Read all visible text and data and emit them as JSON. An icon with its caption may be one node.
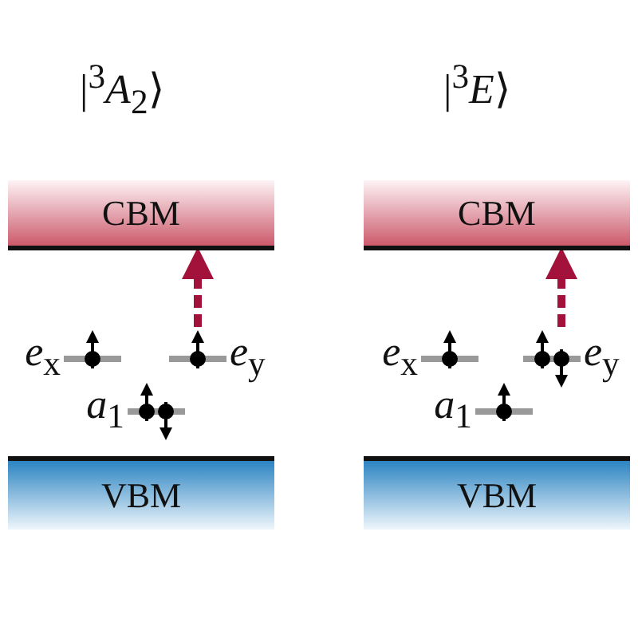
{
  "diagram": {
    "nodes": [
      {
        "text": [
          "CBM"
        ]
      },
      {
        "text": [
          "*e*$_{x}$"
        ]
      },
      {
        "text": [
          "*e*$_{y}$"
        ]
      },
      {
        "text": [
          "*a*$_{1}$"
        ]
      },
      {
        "text": [
          "VBM"
        ]
      },
      {
        "text": [
          "CBM"
        ]
      },
      {
        "text": [
          "*e*$_{x}$"
        ]
      },
      {
        "text": [
          "*e*$_{y}$"
        ]
      },
      {
        "text": [
          "*a*$_{1}$"
        ]
      },
      {
        "text": [
          "VBM"
        ]
      }
    ],
    "edges": [
      {
        "from": 2,
        "to": 0,
        "arrow": "to",
        "style": "dashed",
        "color": "#a3123a"
      },
      {
        "from": 7,
        "to": 5,
        "arrow": "to",
        "style": "dashed",
        "color": "#a3123a"
      }
    ],
    "labels": [
      "|$^{3}$*A*$_{2}$⟩",
      "|$^{3}$*E*⟩"
    ]
  }
}
